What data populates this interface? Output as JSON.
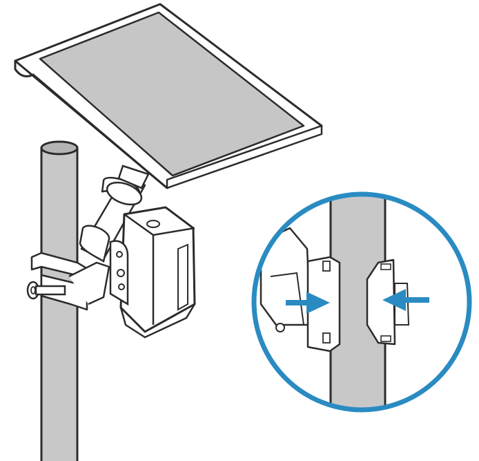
{
  "colors": {
    "outline": "#2b2b2b",
    "pole_fill": "#c8c8c9",
    "panel_glass": "#c6c6c7",
    "device_white": "#ffffff",
    "accent_blue": "#2a8bc2"
  },
  "icons": [
    "pole",
    "solar-panel",
    "pole-mount-bracket",
    "thumb-screw",
    "camera-housing",
    "detail-magnifier",
    "push-arrow-left",
    "push-arrow-right"
  ]
}
